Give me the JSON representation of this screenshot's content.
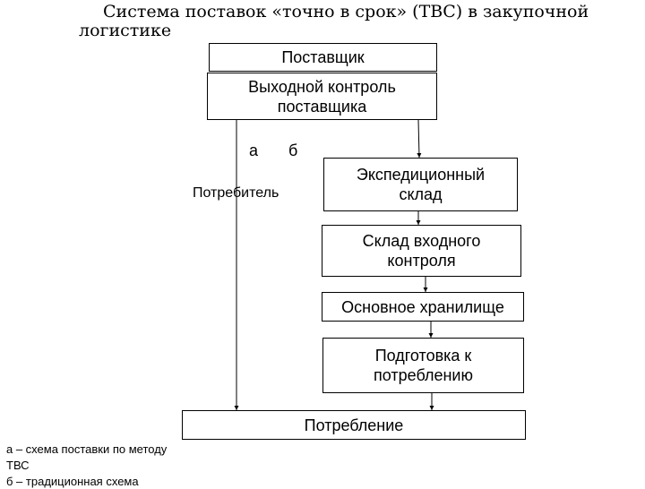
{
  "title": {
    "line1": "Система поставок «точно в срок» (ТВС) в закупочной",
    "line2": "логистике"
  },
  "boxes": {
    "supplier": "Поставщик",
    "output_control_line1": "Выходной контроль",
    "output_control_line2": "поставщика",
    "forwarding_line1": "Экспедиционный",
    "forwarding_line2": "склад",
    "inbound_control_line1": "Склад входного",
    "inbound_control_line2": "контроля",
    "main_storage": "Основное хранилище",
    "preparation_line1": "Подготовка к",
    "preparation_line2": "потреблению",
    "consumption": "Потребление"
  },
  "labels": {
    "route_a": "а",
    "route_b": "б",
    "consumer": "Потребитель"
  },
  "legend": {
    "line1": "а – схема поставки по методу",
    "line2": "ТВС",
    "line3": "б – традиционная схема"
  }
}
